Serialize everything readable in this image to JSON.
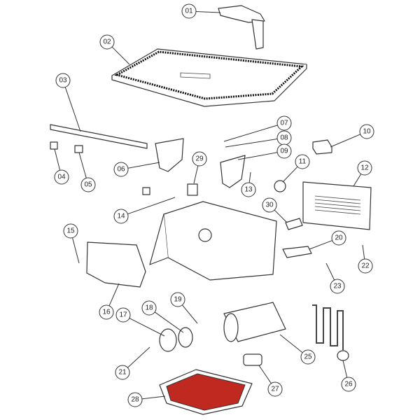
{
  "diagram": {
    "type": "exploded-parts-view",
    "accent_color": "#c0291f",
    "callouts": [
      {
        "id": "01",
        "label": "01"
      },
      {
        "id": "02",
        "label": "02"
      },
      {
        "id": "03",
        "label": "03"
      },
      {
        "id": "04",
        "label": "04"
      },
      {
        "id": "05",
        "label": "05"
      },
      {
        "id": "06",
        "label": "06"
      },
      {
        "id": "07",
        "label": "07"
      },
      {
        "id": "08",
        "label": "08"
      },
      {
        "id": "09",
        "label": "09"
      },
      {
        "id": "10",
        "label": "10"
      },
      {
        "id": "11",
        "label": "11"
      },
      {
        "id": "12",
        "label": "12"
      },
      {
        "id": "13",
        "label": "13"
      },
      {
        "id": "14",
        "label": "14"
      },
      {
        "id": "15",
        "label": "15"
      },
      {
        "id": "16",
        "label": "16"
      },
      {
        "id": "17",
        "label": "17"
      },
      {
        "id": "18",
        "label": "18"
      },
      {
        "id": "19",
        "label": "19"
      },
      {
        "id": "20",
        "label": "20"
      },
      {
        "id": "21",
        "label": "21"
      },
      {
        "id": "22",
        "label": "22"
      },
      {
        "id": "23",
        "label": "23"
      },
      {
        "id": "25",
        "label": "25"
      },
      {
        "id": "26",
        "label": "26"
      },
      {
        "id": "27",
        "label": "27"
      },
      {
        "id": "28",
        "label": "28"
      },
      {
        "id": "29",
        "label": "29"
      },
      {
        "id": "30",
        "label": "30"
      }
    ]
  }
}
